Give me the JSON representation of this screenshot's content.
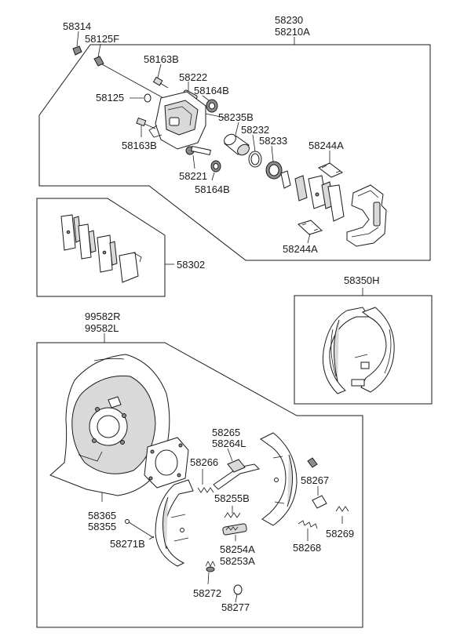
{
  "callouts": {
    "n58314": "58314",
    "n58125F": "58125F",
    "n58163B_top": "58163B",
    "n58222": "58222",
    "n58164B_top": "58164B",
    "n58125": "58125",
    "n58235B": "58235B",
    "n58232": "58232",
    "n58233": "58233",
    "n58163B_bottom": "58163B",
    "n58221": "58221",
    "n58164B_bottom": "58164B",
    "n58244A_top": "58244A",
    "n58244A_bottom": "58244A",
    "n58230": "58230",
    "n58210A": "58210A",
    "n58302": "58302",
    "n58350H": "58350H",
    "n99582R": "99582R",
    "n99582L": "99582L",
    "n58265": "58265",
    "n58264L": "58264L",
    "n58266": "58266",
    "n58255B": "58255B",
    "n58267": "58267",
    "n58365": "58365",
    "n58355": "58355",
    "n58271B": "58271B",
    "n58254A": "58254A",
    "n58253A": "58253A",
    "n58268": "58268",
    "n58269": "58269",
    "n58272": "58272",
    "n58277": "58277"
  },
  "icons": [
    "caliper-assembly-icon",
    "brake-pad-icon",
    "parking-brake-shoe-icon",
    "backing-plate-icon",
    "spring-icon",
    "bolt-icon"
  ]
}
